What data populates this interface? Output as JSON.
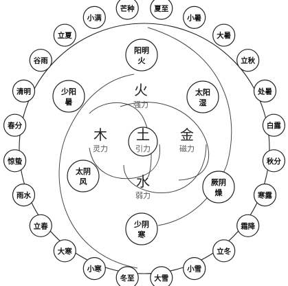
{
  "solar_terms": [
    "芒种",
    "夏至",
    "小暑",
    "大暑",
    "立秋",
    "处暑",
    "白露",
    "秋分",
    "寒露",
    "霜降",
    "立冬",
    "小雪",
    "大雪",
    "冬至",
    "小寒",
    "大寒",
    "立春",
    "雨水",
    "惊蛰",
    "春分",
    "清明",
    "谷雨",
    "立夏",
    "小满"
  ],
  "six_qi": [
    {
      "line1": "阳明",
      "line2": "火"
    },
    {
      "line1": "太阳",
      "line2": "湿"
    },
    {
      "line1": "厥阴",
      "line2": "燥"
    },
    {
      "line1": "少阴",
      "line2": "寒"
    },
    {
      "line1": "太阴",
      "line2": "风"
    },
    {
      "line1": "少阳",
      "line2": "暑"
    }
  ],
  "elements": {
    "fire": {
      "char": "火",
      "force": "强力"
    },
    "metal": {
      "char": "金",
      "force": "磁力"
    },
    "water": {
      "char": "水",
      "force": "弱力"
    },
    "wood": {
      "char": "木",
      "force": "灵力"
    },
    "earth": {
      "char": "土",
      "force": "引力"
    }
  }
}
